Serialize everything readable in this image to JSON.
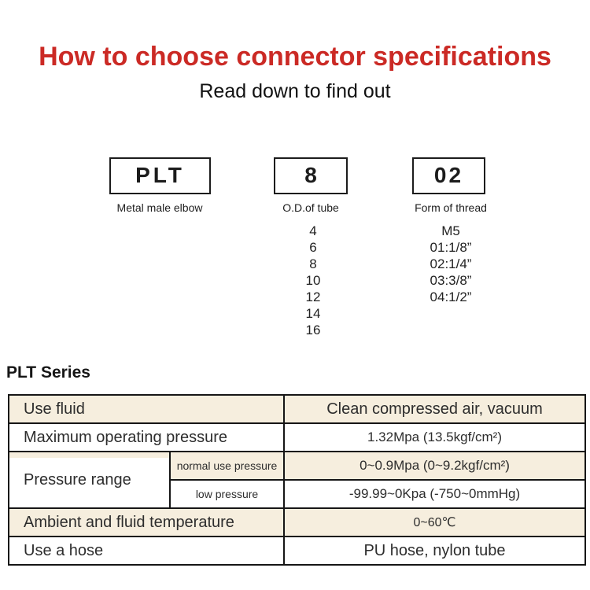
{
  "header": {
    "title": "How to choose connector specifications",
    "subtitle": "Read down to find out"
  },
  "code_selector": {
    "boxes": [
      {
        "code": "PLT",
        "label": "Metal male elbow"
      },
      {
        "code": "8",
        "label": "O.D.of tube"
      },
      {
        "code": "02",
        "label": "Form of thread"
      }
    ],
    "tube_od_options": [
      "4",
      "6",
      "8",
      "10",
      "12",
      "14",
      "16"
    ],
    "thread_form_options": [
      "M5",
      "01:1/8”",
      "02:1/4”",
      "03:3/8”",
      "04:1/2”"
    ]
  },
  "spec_section": {
    "heading": "PLT Series",
    "table": {
      "rows": [
        {
          "label": "Use fluid",
          "value": "Clean compressed air, vacuum"
        },
        {
          "label": "Maximum operating pressure",
          "value": "1.32Mpa (13.5kgf/cm²)"
        },
        {
          "label": "Pressure range",
          "sub_rows": [
            {
              "label": "normal use pressure",
              "value": "0~0.9Mpa (0~9.2kgf/cm²)"
            },
            {
              "label": "low pressure",
              "value": "-99.99~0Kpa (-750~0mmHg)"
            }
          ]
        },
        {
          "label": "Ambient and fluid temperature",
          "value": "0~60℃"
        },
        {
          "label": "Use a hose",
          "value": "PU hose, nylon tube"
        }
      ]
    }
  },
  "colors": {
    "title_red": "#cb2a25",
    "row_beige": "#f6eede",
    "border_black": "#161616"
  }
}
